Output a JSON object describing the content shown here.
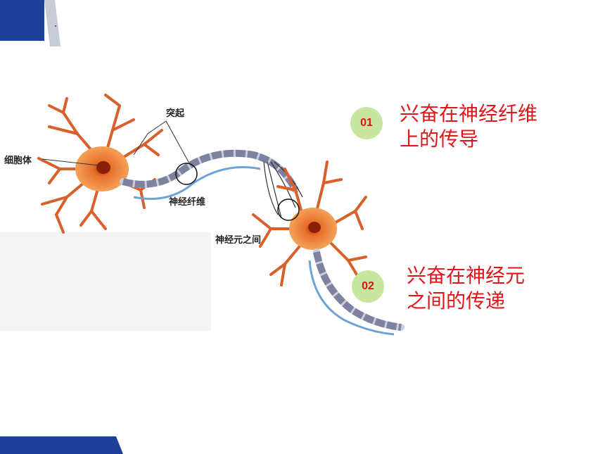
{
  "labels": {
    "protrusion": "突起",
    "cell_body": "细胞体",
    "nerve_fiber": "神经纤维",
    "between_neurons": "神经元之间"
  },
  "topics": [
    {
      "number": "01",
      "line1": "兴奋在神经纤维",
      "line2": "上的传导"
    },
    {
      "number": "02",
      "line1": "兴奋在神经元",
      "line2": "之间的传递"
    }
  ],
  "colors": {
    "accent_blue": "#1f3f9c",
    "heading_red": "#e0161b",
    "badge_green": "#c8e6a0",
    "neuron_orange": "#e8712a"
  }
}
